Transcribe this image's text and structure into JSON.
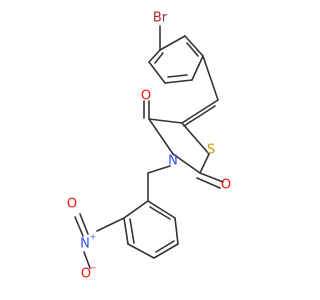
{
  "colors": {
    "background": "#ffffff",
    "bond": "#333333",
    "carbon": "#333333",
    "bromine": "#a52a2a",
    "oxygen": "#ff0d0d",
    "nitrogen": "#3050f8",
    "sulfur": "#c8a000"
  },
  "labels": {
    "bromine": "Br",
    "carbonyl_oxygen_top": "O",
    "carbonyl_oxygen_right": "O",
    "ring_nitrogen": "N",
    "ring_sulfur": "S",
    "nitro_nitrogen": "N",
    "nitro_nitrogen_charge": "+",
    "nitro_oxygen_top": "O",
    "nitro_oxygen_bottom": "O",
    "nitro_oxygen_bottom_charge": "−"
  }
}
